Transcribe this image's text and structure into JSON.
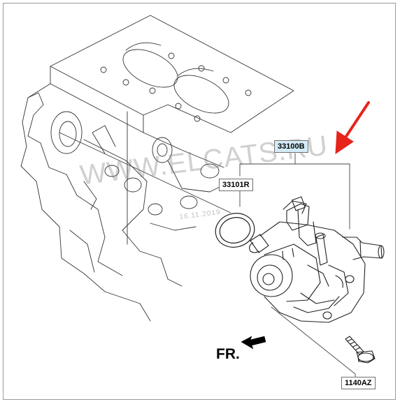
{
  "labels": {
    "pump_assembly": "33100B",
    "gasket": "33101R",
    "bolt": "1140AZ"
  },
  "watermark": {
    "site": "WWW.ELCATS.RU",
    "date": "16.11.2019"
  },
  "direction": {
    "label": "FR."
  },
  "colors": {
    "highlight_label_bg": "#d3ecf7",
    "arrow": "#e8231c",
    "line_art": "#222222"
  }
}
